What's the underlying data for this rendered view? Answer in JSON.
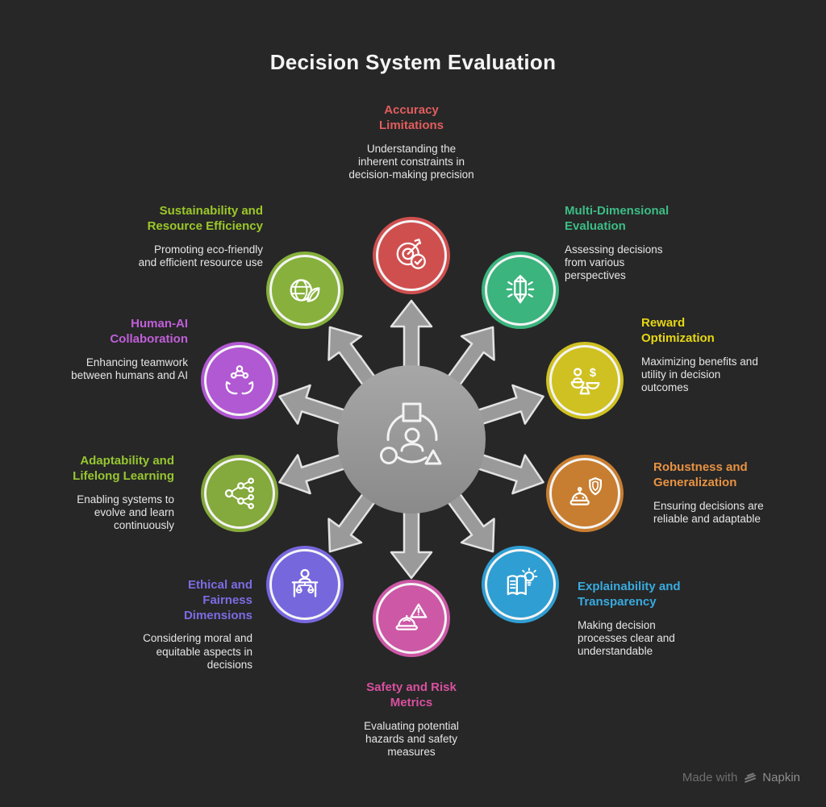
{
  "title": "Decision System Evaluation",
  "background_color": "#272727",
  "center": {
    "fill_color": "#9a9a9a",
    "icon": "process-elements-icon",
    "spoke_count": 10
  },
  "items": [
    {
      "id": "accuracy-limitations",
      "title": "Accuracy Limitations",
      "description": "Understanding the inherent constraints in decision-making precision",
      "title_color": "#e25d5d",
      "circle_color": "#cf4f4f",
      "icon": "target-check-icon"
    },
    {
      "id": "multi-dimensional-evaluation",
      "title": "Multi-Dimensional Evaluation",
      "description": "Assessing decisions from various perspectives",
      "title_color": "#3cbd85",
      "circle_color": "#3bb47e",
      "icon": "crystal-icon"
    },
    {
      "id": "reward-optimization",
      "title": "Reward Optimization",
      "description": "Maximizing benefits and utility in decision outcomes",
      "title_color": "#e6d714",
      "circle_color": "#cfc122",
      "icon": "balance-dollar-icon"
    },
    {
      "id": "robustness-and-generalization",
      "title": "Robustness and Generalization",
      "description": "Ensuring decisions are reliable and adaptable",
      "title_color": "#e89242",
      "circle_color": "#c87e30",
      "icon": "robot-shield-icon"
    },
    {
      "id": "explainability-and-transparency",
      "title": "Explainability and Transparency",
      "description": "Making decision processes clear and understandable",
      "title_color": "#38abe0",
      "circle_color": "#2f9ed2",
      "icon": "book-bulb-icon"
    },
    {
      "id": "safety-and-risk-metrics",
      "title": "Safety and Risk Metrics",
      "description": "Evaluating potential hazards and safety measures",
      "title_color": "#d9509f",
      "circle_color": "#cc58a6",
      "icon": "hardhat-warning-icon"
    },
    {
      "id": "ethical-and-fairness-dimensions",
      "title": "Ethical and Fairness Dimensions",
      "description": "Considering moral and equitable aspects in decisions",
      "title_color": "#7b6ce4",
      "circle_color": "#7667dd",
      "icon": "justice-scale-icon"
    },
    {
      "id": "adaptability-and-lifelong-learning",
      "title": "Adaptability and Lifelong Learning",
      "description": "Enabling systems to evolve and learn continuously",
      "title_color": "#97c631",
      "circle_color": "#84a93c",
      "icon": "network-branch-icon"
    },
    {
      "id": "human-ai-collaboration",
      "title": "Human-AI Collaboration",
      "description": "Enhancing teamwork between humans and AI",
      "title_color": "#c05fd9",
      "circle_color": "#b158d3",
      "icon": "hands-molecule-icon"
    },
    {
      "id": "sustainability-and-resource-efficiency",
      "title": "Sustainability and Resource Efficiency",
      "description": "Promoting eco-friendly and efficient resource use",
      "title_color": "#9cc829",
      "circle_color": "#87b13c",
      "icon": "globe-leaf-icon"
    }
  ],
  "watermark": {
    "prefix": "Made with",
    "brand": "Napkin"
  }
}
